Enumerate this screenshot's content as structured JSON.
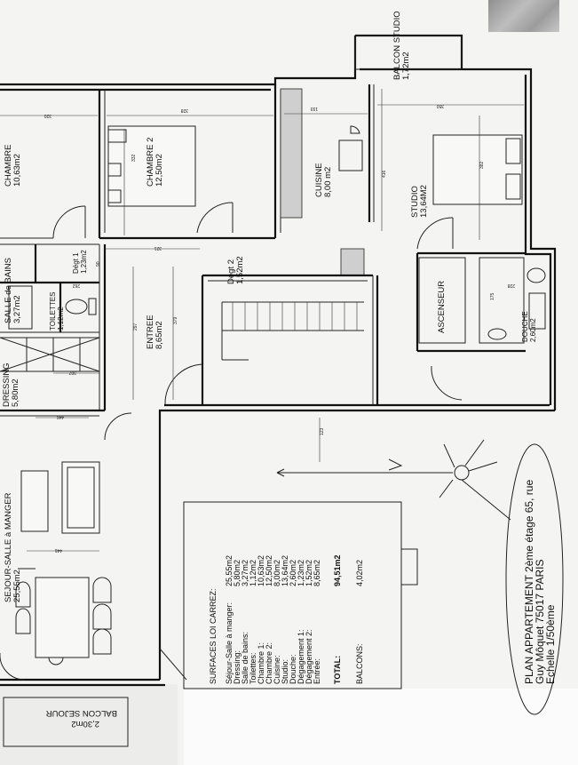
{
  "plan": {
    "rooms": {
      "chambre1": {
        "name": "CHAMBRE",
        "area": "10,63m2"
      },
      "chambre2": {
        "name": "CHAMBRE 2",
        "area": "12,50m2"
      },
      "cuisine": {
        "name": "CUISINE",
        "area": "8,00 m2"
      },
      "studio": {
        "name": "STUDIO",
        "area": "13,64M2"
      },
      "balcon_studio": {
        "name": "BALCON STUDIO",
        "area": "1,72m2"
      },
      "salle_bains": {
        "name": "SALLE de BAINS",
        "area": "3,27m2"
      },
      "toilettes": {
        "name": "TOILETTES",
        "area": "1,12m2"
      },
      "degt1": {
        "name": "Dégt 1",
        "area": "1,23m2"
      },
      "degt2": {
        "name": "Degt 2",
        "area": "1,52m2"
      },
      "entree": {
        "name": "ENTREE",
        "area": "8,65m2"
      },
      "dressing": {
        "name": "DRESSING",
        "area": "5,80m2"
      },
      "sejour": {
        "name": "SEJOUR-SALLE à MANGER",
        "area": "25,55m2"
      },
      "ascenseur": {
        "name": "ASCENSEUR",
        "area": ""
      },
      "douche": {
        "name": "DOUCHE",
        "area": "2,60m2"
      },
      "balcon_sejour": {
        "name": "BALCON SEJOUR",
        "area": "2,30m2"
      }
    },
    "dimensions": {
      "d320": "320",
      "d328": "328",
      "d193": "193",
      "d350": "350",
      "d332": "332",
      "d416": "416",
      "d382": "382",
      "d321": "321",
      "d90": "90",
      "d262": "262",
      "d297": "297",
      "d379": "379",
      "d175": "175",
      "d228": "228",
      "d307": "307",
      "d446a": "446",
      "d446b": "446",
      "d123": "123"
    }
  },
  "table": {
    "title": "SURFACES LOI CARREZ:",
    "rows": [
      {
        "label": "Séjour-Salle à manger:",
        "value": "25,55m2"
      },
      {
        "label": "Dressing:",
        "value": "5,80m2"
      },
      {
        "label": "Salle de bains:",
        "value": "3,27m2"
      },
      {
        "label": "Toilettes:",
        "value": "1,12m2"
      },
      {
        "label": "Chambre 1:",
        "value": "10,63m2"
      },
      {
        "label": "Chambre 2:",
        "value": "12,50m2"
      },
      {
        "label": "Cuisine:",
        "value": "8,00m2"
      },
      {
        "label": "Studio:",
        "value": "13,64m2"
      },
      {
        "label": "Douche:",
        "value": "2,60m2"
      },
      {
        "label": "Dégagement 1:",
        "value": "1,23m2"
      },
      {
        "label": "Dégagement 2:",
        "value": "1,52m2"
      },
      {
        "label": "Entrée:",
        "value": "8,65m2"
      }
    ],
    "total_label": "TOTAL:",
    "total_value": "94,51m2",
    "balcons_label": "BALCONS:",
    "balcons_value": "4,02m2"
  },
  "title_block": {
    "line1": "PLAN APPARTEMENT 2ème étage 65, rue",
    "line2": "Guy Môquet 75017 PARIS",
    "line3": "Echelle 1/50ème"
  },
  "colors": {
    "ink": "#111111",
    "paper": "#f4f4f2",
    "shade": "#cfcfcf"
  }
}
